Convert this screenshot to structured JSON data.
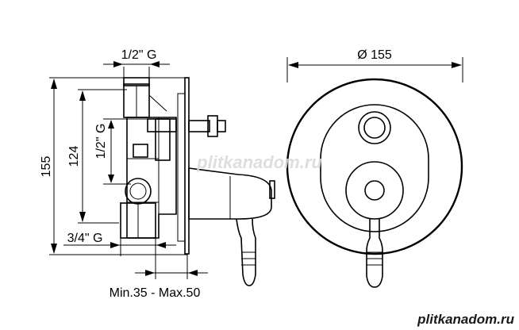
{
  "dimensions": {
    "diameter": "Ø 155",
    "height_total": "155",
    "height_inner": "124",
    "thread_top": "1/2\" G",
    "thread_side": "1/2\" G",
    "thread_bottom": "3/4\" G",
    "depth_range": "Min.35 - Max.50"
  },
  "watermarks": {
    "center": "plitkanadom.ru",
    "bottom_right": "plitkanadom.ru"
  },
  "colors": {
    "line": "#000000",
    "watermark": "#d9d9d9",
    "watermark_bottom": "#1a1a1a"
  }
}
